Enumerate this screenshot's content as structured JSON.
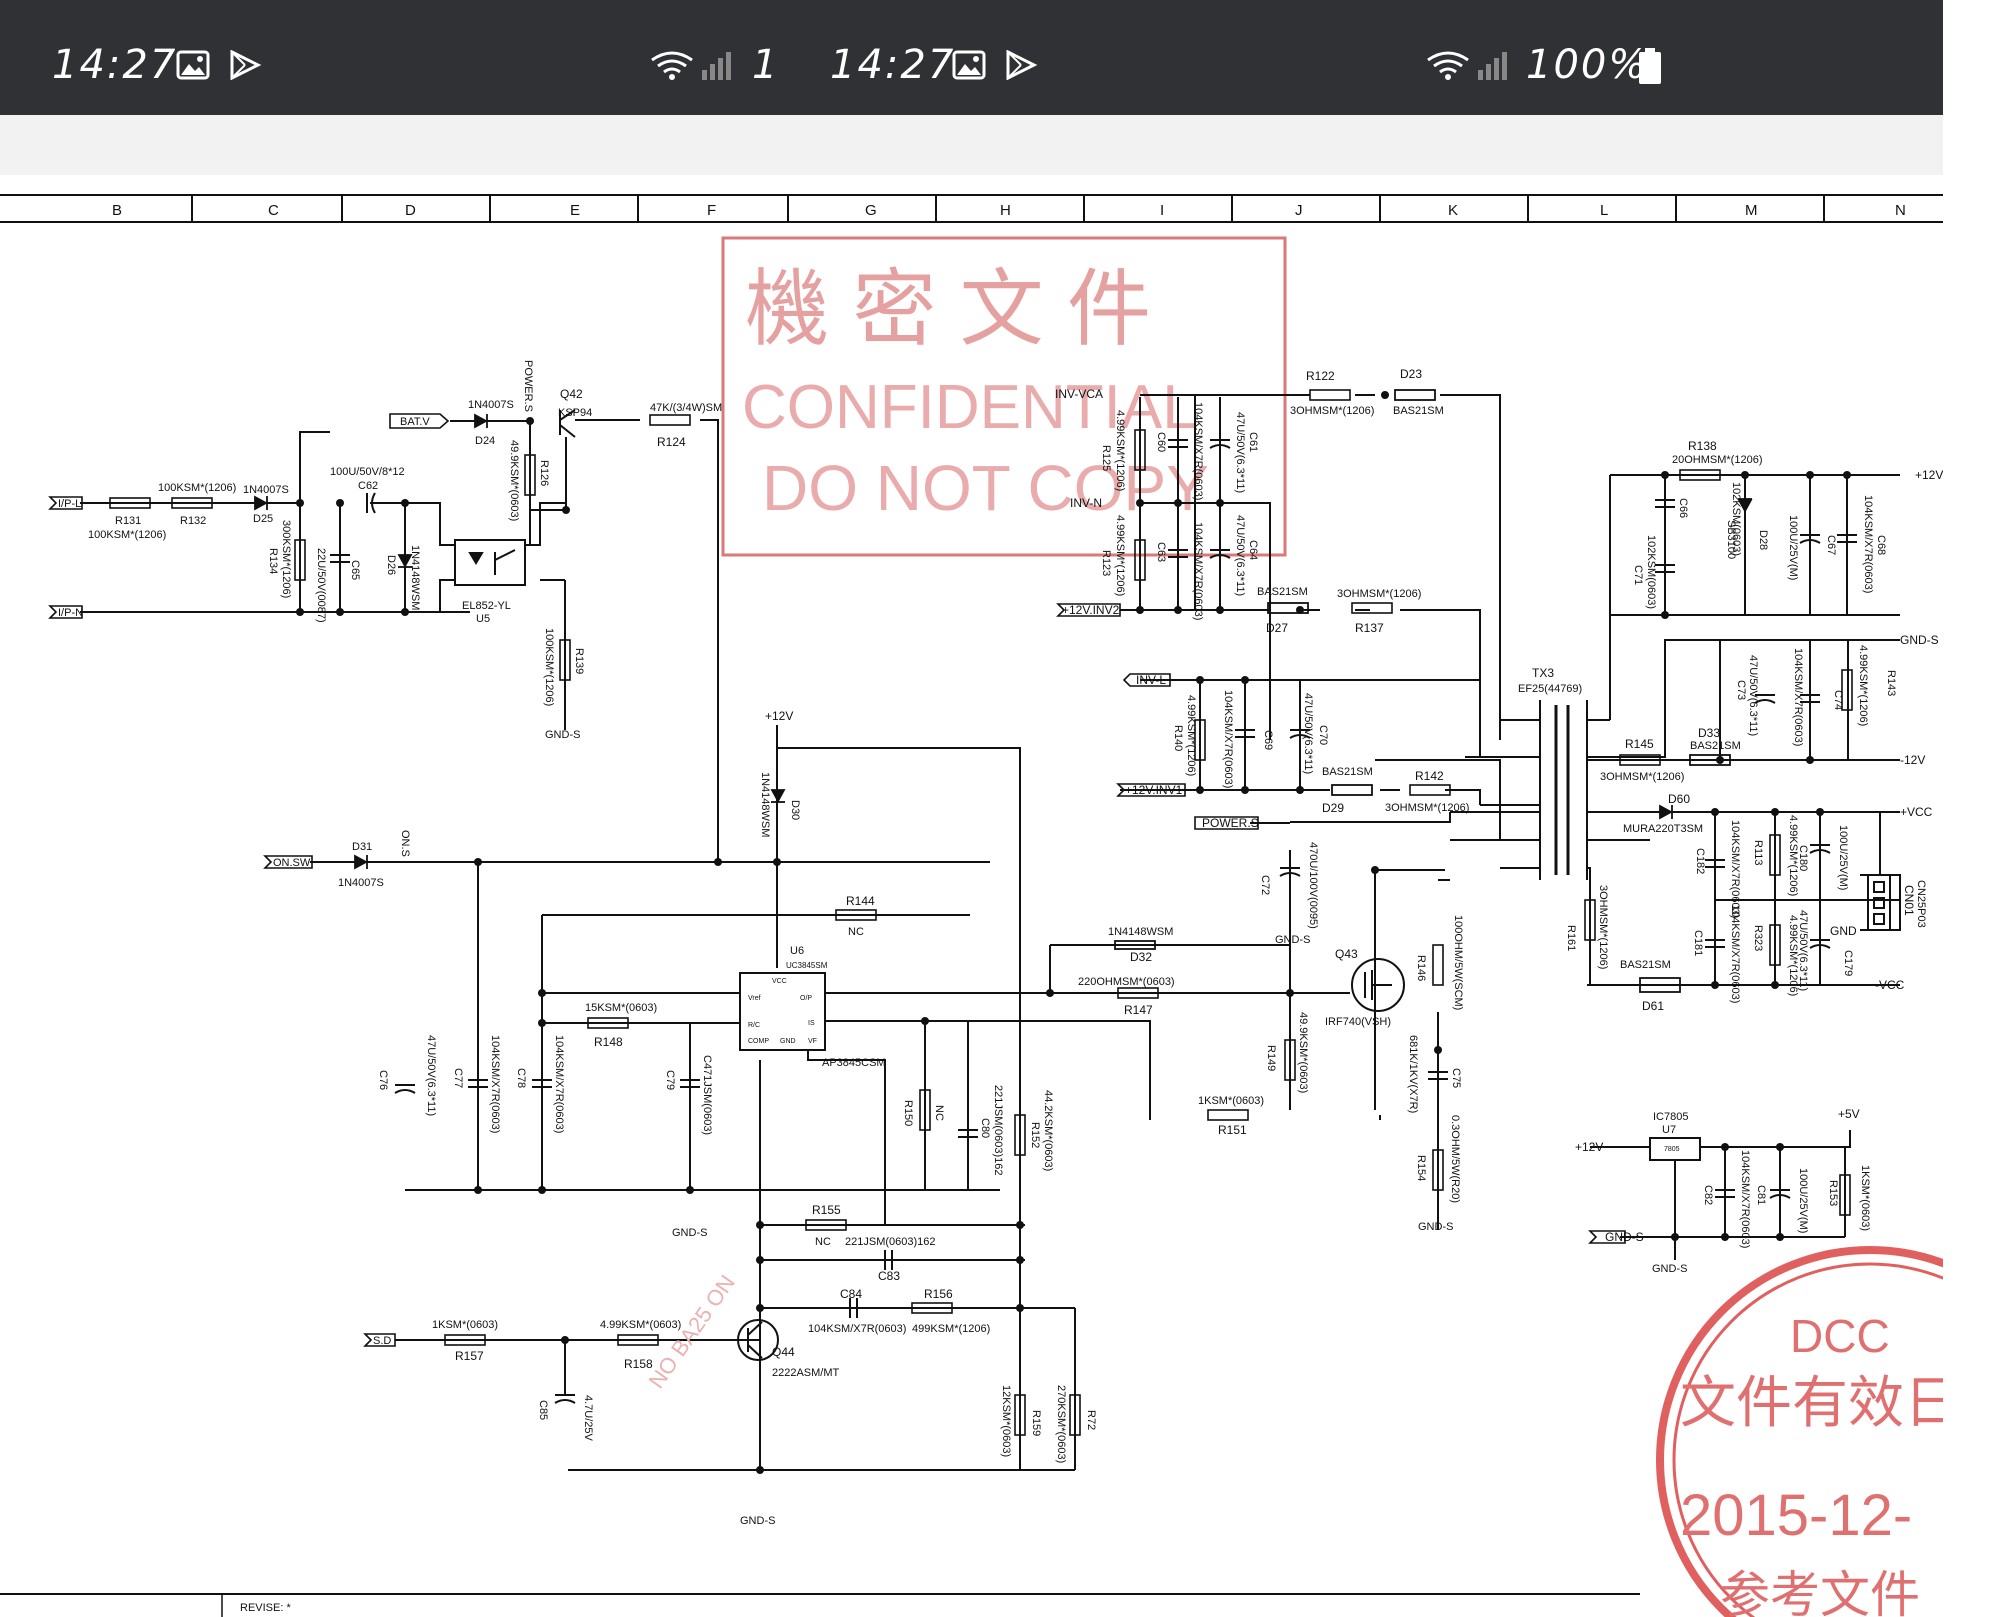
{
  "status_bar": {
    "left_time": "14:27",
    "right_time": "14:27",
    "left_battery_fragment": "1",
    "battery_text": "100%",
    "icons": [
      "image-icon",
      "play-store-icon",
      "wifi-icon",
      "signal-icon",
      "battery-icon"
    ]
  },
  "sheet": {
    "grid_columns": [
      "B",
      "C",
      "D",
      "E",
      "F",
      "G",
      "H",
      "I",
      "J",
      "K",
      "L",
      "M",
      "N"
    ],
    "revise_label": "REVISE: *"
  },
  "stamp": {
    "chinese": "機 密 文 件",
    "line1": "CONFIDENTIAL",
    "line2": "DO NOT COPY"
  },
  "dcc_stamp": {
    "line1": "DCC",
    "line2": "文件有效日",
    "line3": "2015-12-",
    "line4": "参考文件"
  },
  "ports": {
    "bat_v": "BAT.V",
    "ip_l": "I/P-L",
    "ip_n": "I/P-N",
    "on_sw": "ON.SW",
    "s_d": "S.D",
    "inv_vca": "INV-VCA",
    "inv_n": "INV-N",
    "inv_l": "INV-L",
    "v12_inv2": "+12V.INV2",
    "v12_inv1": "+12V.INV1",
    "power_s": "POWER.S",
    "p12v_right": "+12V",
    "gnd_s_right": "GND-S",
    "m12v": "-12V",
    "pvcc": "+VCC",
    "mvcc": "-VCC",
    "gnd": "GND",
    "p5v": "+5V",
    "p12v_u7": "+12V",
    "gnd_s_u7": "GND-S",
    "p12v_top": "+12V"
  },
  "labels": {
    "gnd_s": "GND-S",
    "r131": "R131",
    "r131_v": "100KSM*(1206)",
    "r132": "R132",
    "r132_v": "100KSM*(1206)",
    "d25": "D25",
    "d25_v": "1N4007S",
    "r134": "R134",
    "r134_v": "300KSM*(1206)",
    "c62": "C62",
    "c62_v": "100U/50V/8*12",
    "c65": "C65",
    "c65_v": "22U/50V(0087)",
    "d26": "D26",
    "d26_v": "1N4148WSM",
    "d24": "D24",
    "d24_v": "1N4007S",
    "power_s_lbl": "POWER.S",
    "r126": "R126",
    "r126_v": "49.9KSM*(0603)",
    "q42": "Q42",
    "q42_v": "KSP94",
    "r124": "R124",
    "r124_v": "47K/(3/4W)SM",
    "u5": "U5",
    "u5_v": "EL852-YL",
    "r139": "R139",
    "r139_v": "100KSM*(1206)",
    "d31": "D31",
    "d31_v": "1N4007S",
    "on_s": "ON.S",
    "d30": "D30",
    "d30_v": "1N4148WSM",
    "r144": "R144",
    "r144_v": "NC",
    "u6": "U6",
    "u6_v": "UC3845SM",
    "u6_part": "AP3845CSM",
    "u6_vcc": "VCC",
    "u6_vref": "Vref",
    "u6_op": "O/P",
    "u6_rc": "R/C",
    "u6_is": "IS",
    "u6_comp": "COMP",
    "u6_gnd": "GND",
    "u6_vf": "VF",
    "r148": "R148",
    "r148_v": "15KSM*(0603)",
    "c76": "C76",
    "c76_v": "47U/50V(6.3*11)",
    "c77": "C77",
    "c77_v": "104KSM/X7R(0603)",
    "c78": "C78",
    "c78_v": "104KSM/X7R(0603)",
    "c79": "C79",
    "c79_v": "C471JSM(0603)",
    "r150": "R150",
    "r150_v": "NC",
    "c80": "C80",
    "c80_v": "221JSM(0603)162",
    "r152": "R152",
    "r152_v": "44.2KSM*(0603)",
    "r155": "R155",
    "r155_v": "NC",
    "c83": "C83",
    "c83_v": "221JSM(0603)162",
    "c84": "C84",
    "c84_v": "104KSM/X7R(0603)",
    "r156": "R156",
    "r156_v": "499KSM*(1206)",
    "r157": "R157",
    "r157_v": "1KSM*(0603)",
    "r158": "R158",
    "r158_v": "4.99KSM*(0603)",
    "c85": "C85",
    "c85_v": "4.7U/25V",
    "q44": "Q44",
    "q44_v": "2222ASM/MT",
    "r159": "R159",
    "r159_v": "12KSM*(0603)",
    "r72": "R72",
    "r72_v": "270KSM*(0603)",
    "r122": "R122",
    "r122_v": "3OHMSM*(1206)",
    "d23": "D23",
    "d23_v": "BAS21SM",
    "r125": "R125",
    "r125_v": "4.99KSM*(1206)",
    "c60": "C60",
    "c60_v": "104KSM/X7R(0603)",
    "c61": "C61",
    "c61_v": "47U/50V(6.3*11)",
    "r123": "R123",
    "r123_v": "4.99KSM*(1206)",
    "c63": "C63",
    "c63_v": "104KSM/X7R(0603)",
    "c64": "C64",
    "c64_v": "47U/50V(6.3*11)",
    "d27": "D27",
    "d27_v": "BAS21SM",
    "r137": "R137",
    "r137_v": "3OHMSM*(1206)",
    "r140": "R140",
    "r140_v": "4.99KSM*(1206)",
    "c69": "C69",
    "c69_v": "104KSM/X7R(0603)",
    "c70": "C70",
    "c70_v": "47U/50V(6.3*11)",
    "d29": "D29",
    "d29_v": "BAS21SM",
    "r142": "R142",
    "r142_v": "3OHMSM*(1206)",
    "c72": "C72",
    "c72_v": "470U/100V(0095)",
    "d32": "D32",
    "d32_v": "1N4148WSM",
    "r147": "R147",
    "r147_v": "220OHMSM*(0603)",
    "q43": "Q43",
    "q43_v": "IRF740(VSH)",
    "r146": "R146",
    "r146_v": "100OHM/5W(SCM)",
    "r149": "R149",
    "r149_v": "49.9KSM*(0603)",
    "r151": "R151",
    "r151_v": "1KSM*(0603)",
    "c75": "C75",
    "c75_v": "681K/1KV(X7R)",
    "r154": "R154",
    "r154_v": "0.3OHM/5W(R20)",
    "tx3": "TX3",
    "tx3_v": "EF25(44769)",
    "r138": "R138",
    "r138_v": "20OHMSM*(1206)",
    "c66": "C66",
    "c66_v": "102KSM(0603)",
    "c71": "C71",
    "c71_v": "102KSM(0603)",
    "d28": "D28",
    "d28_v": "SB3100",
    "c67": "C67",
    "c67_v": "100U/25V(M)",
    "c68": "C68",
    "c68_v": "104KSM/X7R(0603)",
    "c73": "C73",
    "c73_v": "47U/50V(6.3*11)",
    "c74": "C74",
    "c74_v": "104KSM/X7R(0603)",
    "r143": "R143",
    "r143_v": "4.99KSM*(1206)",
    "r145": "R145",
    "r145_v": "3OHMSM*(1206)",
    "d33": "D33",
    "d33_v": "BAS21SM",
    "d60": "D60",
    "d60_v": "MURA220T3SM",
    "c182": "C182",
    "c182_v": "104KSM/X7R(0603)",
    "r113": "R113",
    "r113_v": "4.99KSM*(1206)",
    "c180": "C180",
    "c180_v": "100U/25V(M)",
    "cn01": "CN01",
    "cn01_v": "CN25P03",
    "r161": "R161",
    "r161_v": "3OHMSM*(1206)",
    "d61": "D61",
    "d61_v": "BAS21SM",
    "c181": "C181",
    "c181_v": "104KSM/X7R(0603)",
    "r323": "R323",
    "r323_v": "4.99KSM*(1206)",
    "c179": "C179",
    "c179_v": "47U/50V(6.3*11)",
    "u7": "U7",
    "u7_v": "IC7805",
    "u7_part": "7805",
    "c82": "C82",
    "c82_v": "104KSM/X7R(0603)",
    "c81": "C81",
    "c81_v": "100U/25V(M)",
    "r153": "R153",
    "r153_v": "1KSM*(0603)",
    "wm_diag": "NO BA25 ON"
  }
}
